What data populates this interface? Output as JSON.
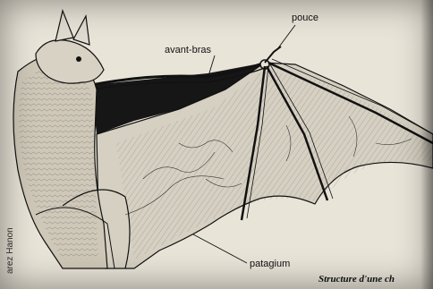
{
  "labels": {
    "pouce": "pouce",
    "avant_bras": "avant-bras",
    "patagium": "patagium"
  },
  "caption": "Structure d'une ch",
  "side_credit": "arez Hanon",
  "colors": {
    "paper": "#e9e4d8",
    "ink": "#111111",
    "membrane_dark": "#161616"
  }
}
